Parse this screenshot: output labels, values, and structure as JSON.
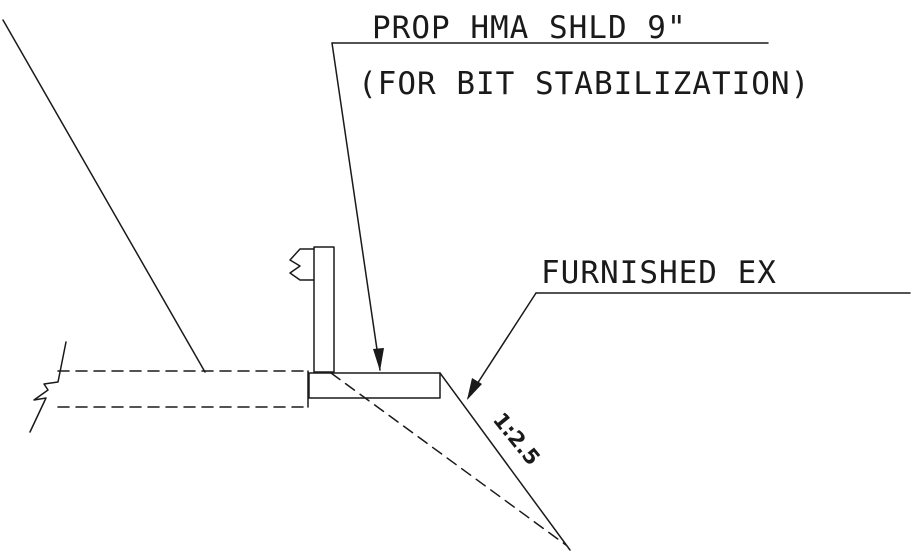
{
  "callouts": {
    "hma_shoulder_line1": "PROP HMA SHLD 9\"",
    "hma_shoulder_line2": "(FOR BIT STABILIZATION)",
    "furnished_ex": "FURNISHED EX"
  },
  "slope_label": "1:2.5"
}
